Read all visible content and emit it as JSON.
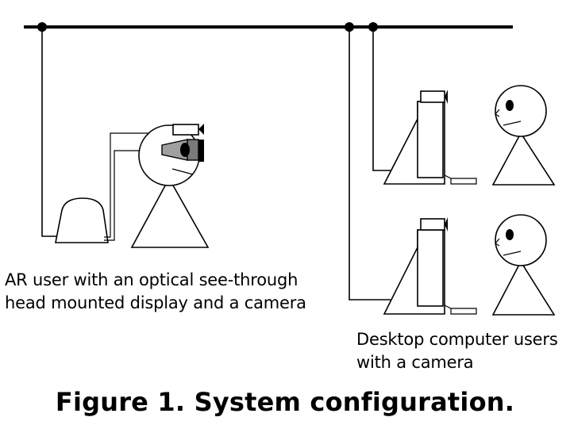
{
  "figure": {
    "ar_user_caption": "AR user with an optical see-through\nhead mounted display and a camera",
    "desktop_users_caption": "Desktop computer users\nwith a camera",
    "title": "Figure 1. System configuration."
  },
  "icons": [
    "network-bus",
    "ar-user-with-hmd",
    "desktop-computer",
    "desktop-user",
    "camera"
  ],
  "colors": {
    "line": "#000000",
    "background": "#ffffff",
    "hmd_fill": "#a0a0a0"
  }
}
